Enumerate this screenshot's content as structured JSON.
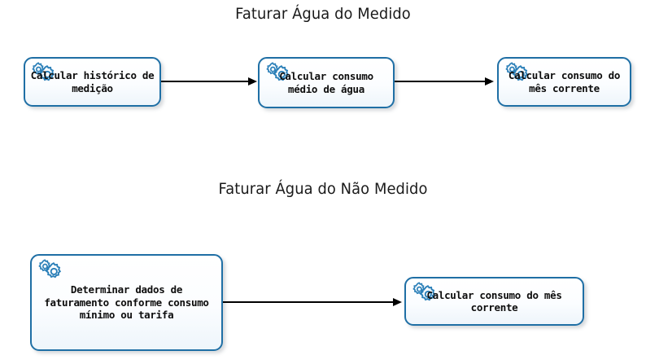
{
  "diagram": {
    "type": "flowchart",
    "sections": [
      {
        "id": "medido",
        "title": "Faturar Água do Medido",
        "nodes": [
          {
            "id": "calcular-historico-medicao",
            "label": "Calcular histórico de medição",
            "icon": "gears-icon"
          },
          {
            "id": "calcular-consumo-medio-agua",
            "label": "Calcular consumo médio de água",
            "icon": "gears-icon"
          },
          {
            "id": "calcular-consumo-mes-corrente-1",
            "label": "Calcular consumo do mês corrente",
            "icon": "gears-icon"
          }
        ],
        "edges": [
          {
            "from": "calcular-historico-medicao",
            "to": "calcular-consumo-medio-agua"
          },
          {
            "from": "calcular-consumo-medio-agua",
            "to": "calcular-consumo-mes-corrente-1"
          }
        ]
      },
      {
        "id": "nao-medido",
        "title": "Faturar Água do Não Medido",
        "nodes": [
          {
            "id": "determinar-dados-faturamento",
            "label": "Determinar dados de faturamento conforme consumo mínimo ou tarifa",
            "icon": "gears-icon"
          },
          {
            "id": "calcular-consumo-mes-corrente-2",
            "label": "Calcular consumo do mês corrente",
            "icon": "gears-icon"
          }
        ],
        "edges": [
          {
            "from": "determinar-dados-faturamento",
            "to": "calcular-consumo-mes-corrente-2"
          }
        ]
      }
    ]
  },
  "colors": {
    "node_border": "#1f6fa5",
    "node_fill": "#f6fafd",
    "icon": "#2a7fb8",
    "connector": "#000000",
    "title_text": "#1a1a1a",
    "node_text": "#0d0d0d",
    "background": "#ffffff"
  }
}
